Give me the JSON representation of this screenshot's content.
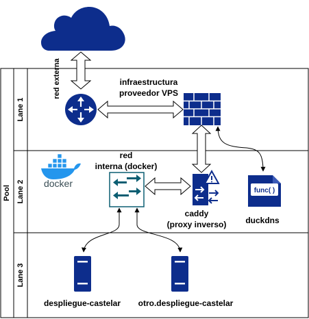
{
  "pool": {
    "label": "Pool"
  },
  "lanes": [
    {
      "label": "Lane 1"
    },
    {
      "label": "Lane 2"
    },
    {
      "label": "Lane 3"
    }
  ],
  "nodes": {
    "cloud_label": "red externa",
    "vps_label": [
      "infraestructura",
      "proveedor VPS"
    ],
    "network_label": [
      "red",
      "interna (docker)"
    ],
    "docker_logo_text": "docker",
    "caddy_label": [
      "caddy",
      "(proxy inverso)"
    ],
    "duckdns_label": "duckdns",
    "function_icon_text": "func( )",
    "deploy1_label": "despliegue-castelar",
    "deploy2_label": "otro.despliegue-castelar"
  },
  "colors": {
    "primary": "#0d2d8c",
    "docker_blue": "#2496ed",
    "network_teal": "#0b5e72",
    "line": "#000000"
  }
}
